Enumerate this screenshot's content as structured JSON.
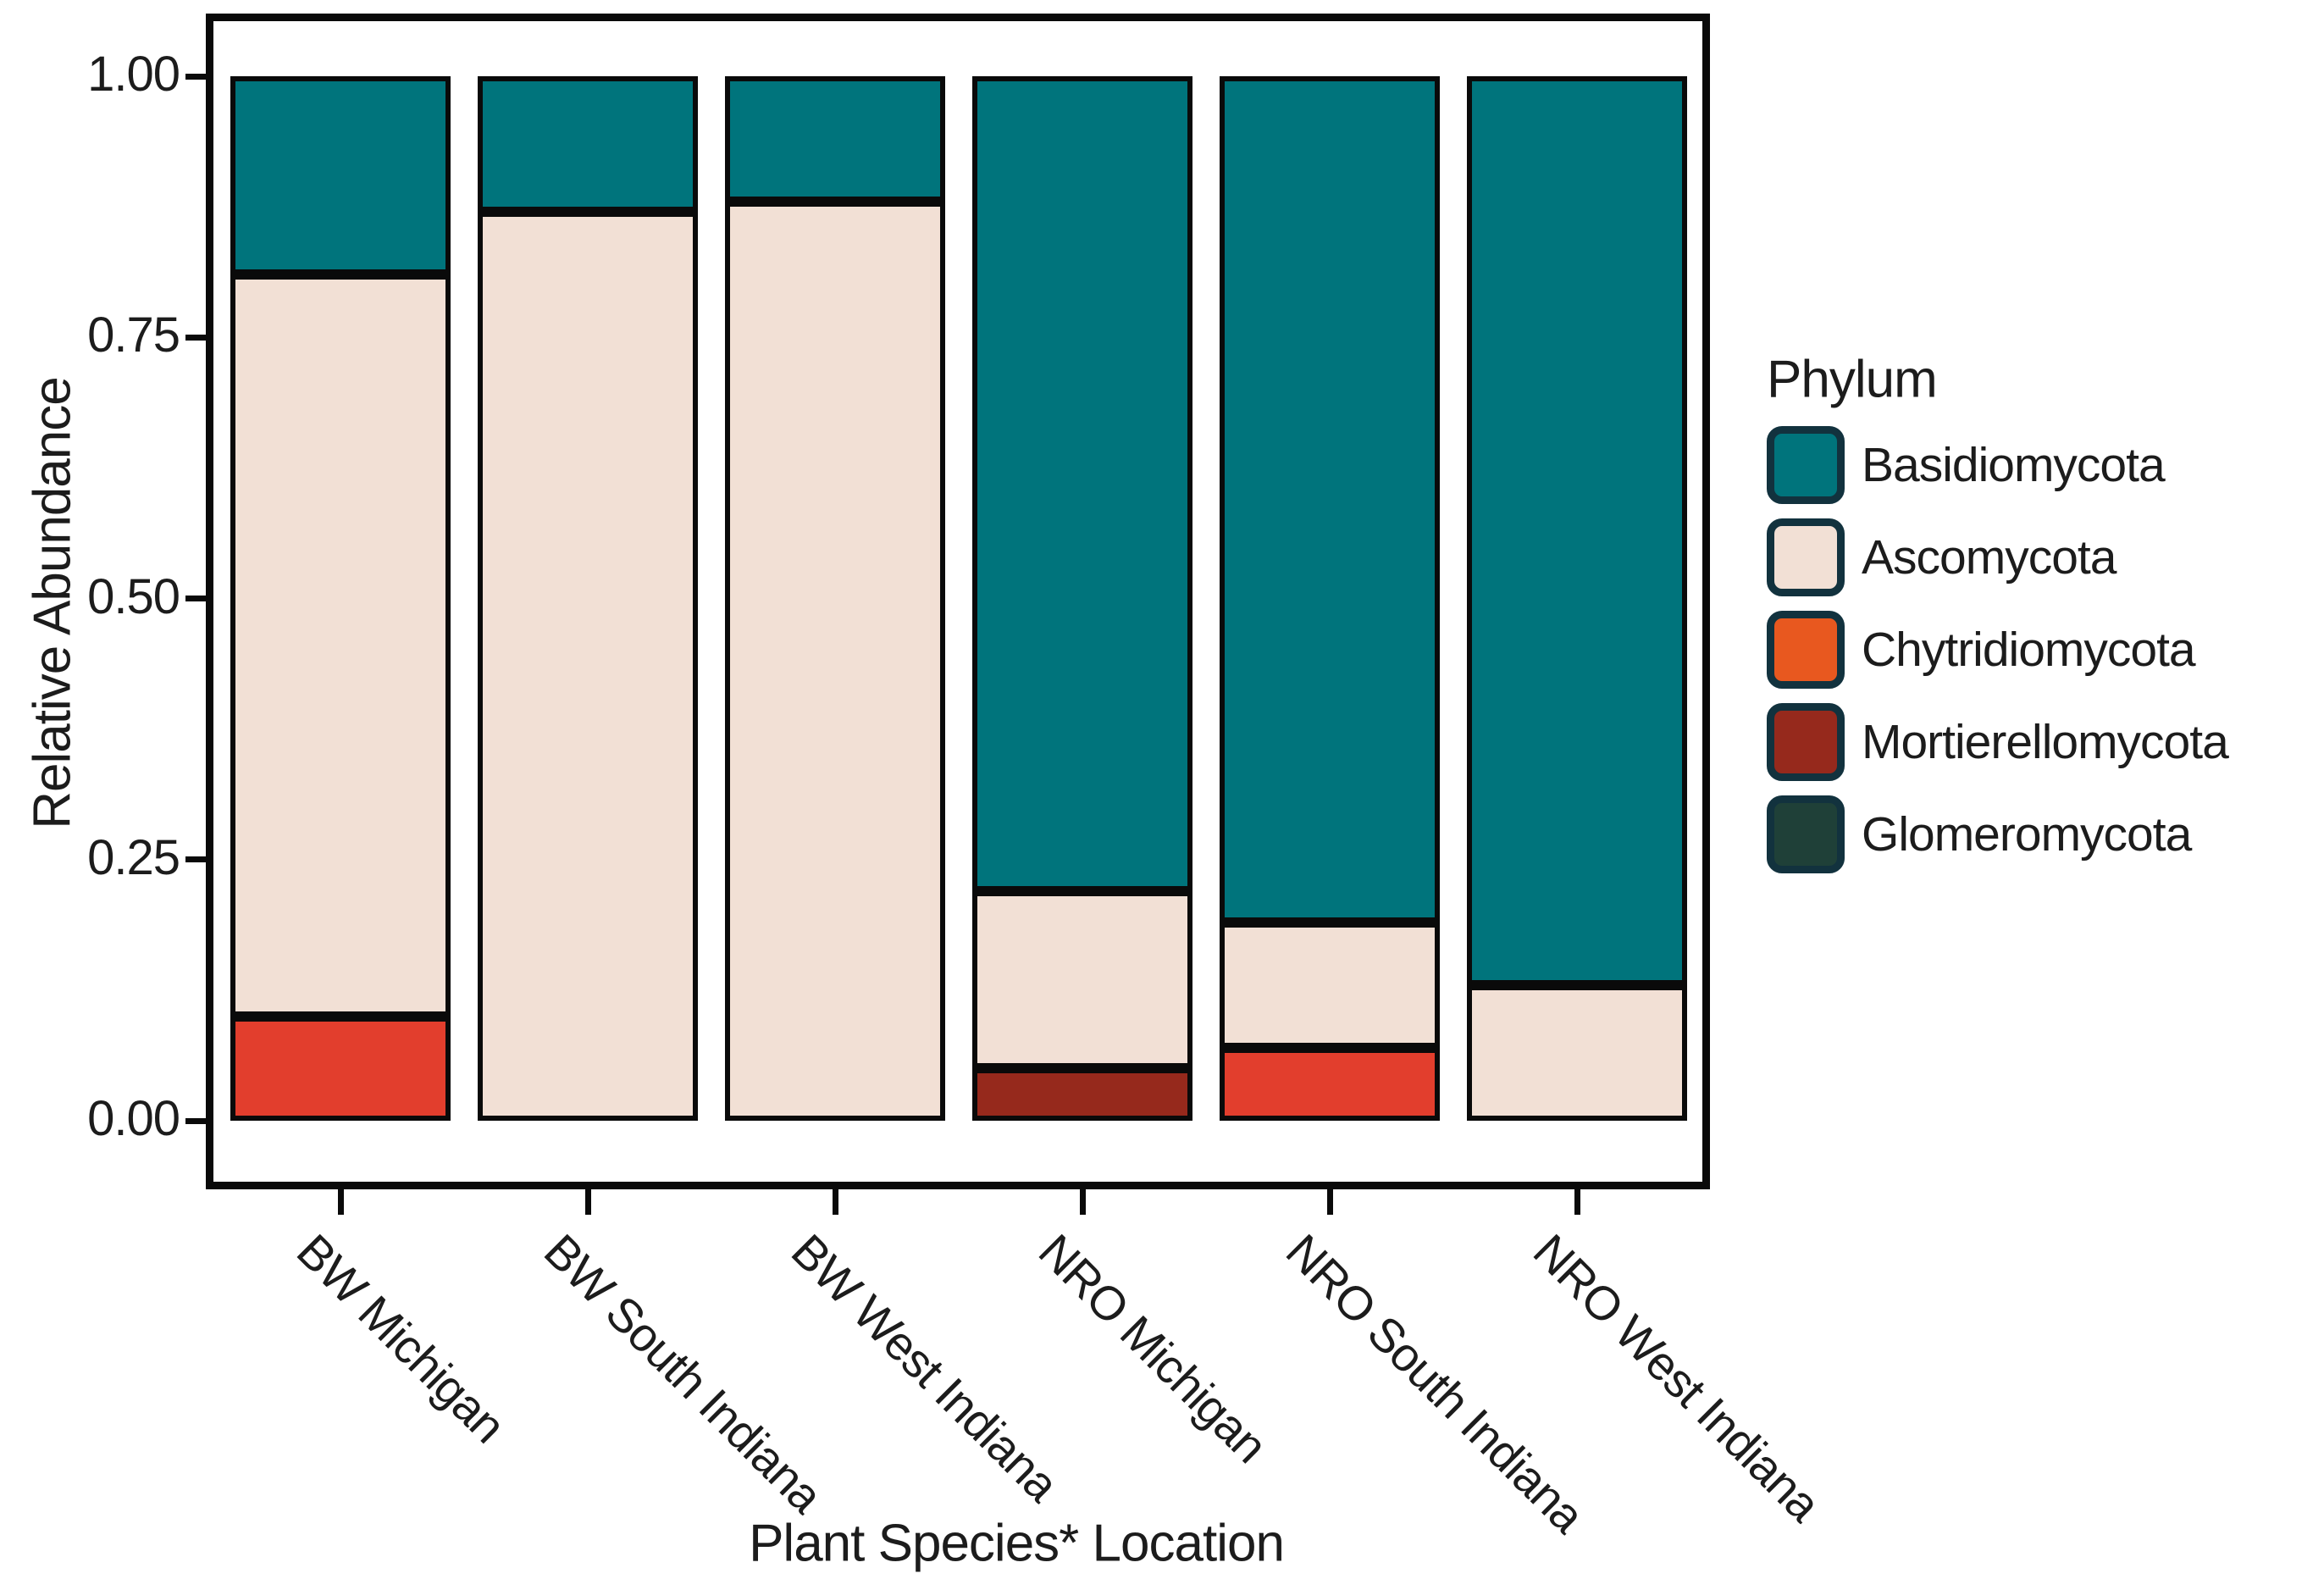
{
  "chart_data": {
    "type": "bar",
    "subtype": "stacked",
    "title": "",
    "xlabel": "Plant Species* Location",
    "ylabel": "Relative Abundance",
    "ylim": [
      0,
      1
    ],
    "y_ticks": [
      0,
      0.25,
      0.5,
      0.75,
      1
    ],
    "y_tick_labels": [
      "0.00",
      "0.25",
      "0.50",
      "0.75",
      "1.00"
    ],
    "grid": false,
    "legend_title": "Phylum",
    "legend_position": "right",
    "categories": [
      "BW Michigan",
      "BW South Indiana",
      "BW West Indiana",
      "NRO Michigan",
      "NRO South Indiana",
      "NRO West Indiana"
    ],
    "series": [
      {
        "name": "Basidiomycota",
        "color": "#00747C",
        "legend_color": "#00747C",
        "values": [
          0.19,
          0.13,
          0.12,
          0.78,
          0.81,
          0.87
        ]
      },
      {
        "name": "Ascomycota",
        "color": "#F2E0D5",
        "legend_color": "#F2E0D5",
        "values": [
          0.71,
          0.87,
          0.88,
          0.17,
          0.12,
          0.13
        ]
      },
      {
        "name": "Chytridiomycota",
        "color": "#E23E2D",
        "legend_color": "#E8581F",
        "values": [
          0.1,
          0.0,
          0.0,
          0.0,
          0.07,
          0.0
        ]
      },
      {
        "name": "Mortierellomycota",
        "color": "#96291C",
        "legend_color": "#96291C",
        "values": [
          0.0,
          0.0,
          0.0,
          0.05,
          0.0,
          0.0
        ]
      },
      {
        "name": "Glomeromycota",
        "color": "#1F4038",
        "legend_color": "#1F4038",
        "values": [
          0.0,
          0.0,
          0.0,
          0.0,
          0.0,
          0.0
        ]
      }
    ],
    "colors": {
      "bar_outline": "#0A0A0A",
      "legend_swatch_border": "#12323E",
      "text": "#1C1C1C",
      "background": "#FFFFFF"
    }
  }
}
